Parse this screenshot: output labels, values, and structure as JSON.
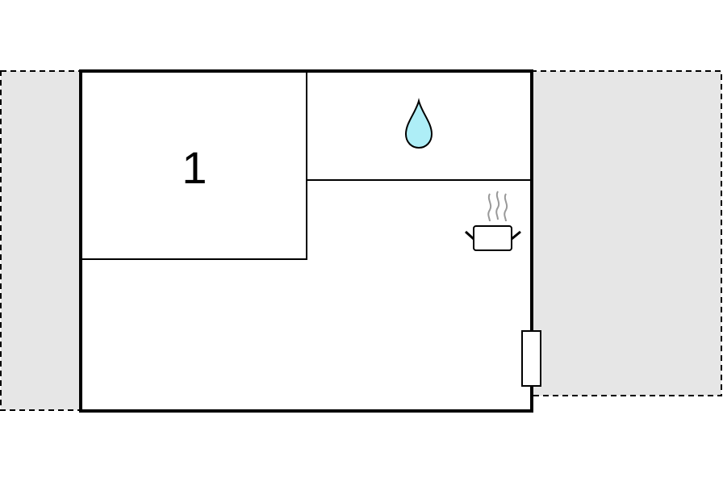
{
  "floor_plan": {
    "rooms": [
      {
        "id": "bedroom",
        "label": "1"
      },
      {
        "id": "bathroom",
        "label": ""
      },
      {
        "id": "living-kitchen",
        "label": ""
      }
    ],
    "terraces": [
      {
        "id": "terrace-left",
        "label": ""
      },
      {
        "id": "terrace-right",
        "label": ""
      }
    ],
    "icons": [
      {
        "name": "water-drop-icon",
        "meaning": "bathroom"
      },
      {
        "name": "cooking-pot-icon",
        "meaning": "kitchen"
      }
    ],
    "colors": {
      "terrace_fill": "#e6e6e6",
      "wall": "#000000",
      "water_drop": "#aeeef7",
      "steam": "#999999"
    }
  }
}
